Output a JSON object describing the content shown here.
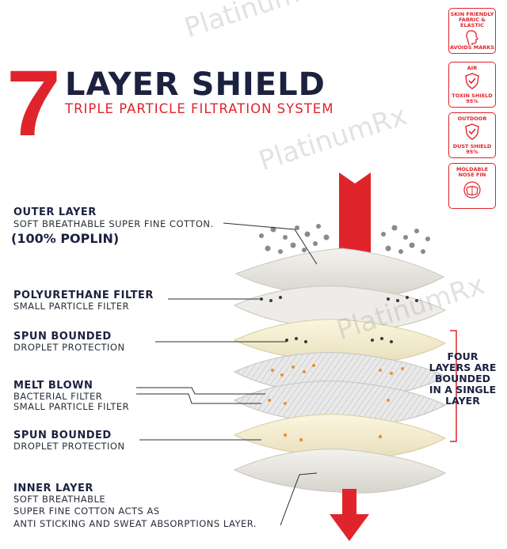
{
  "header": {
    "number": "7",
    "title": "LAYER SHIELD",
    "subtitle": "TRIPLE PARTICLE FILTRATION SYSTEM"
  },
  "layers": [
    {
      "title": "OUTER LAYER",
      "lines": [
        "SOFT BREATHABLE SUPER FINE COTTON."
      ],
      "extra": "(100% POPLIN)"
    },
    {
      "title": "POLYURETHANE FILTER",
      "lines": [
        "SMALL PARTICLE FILTER"
      ]
    },
    {
      "title": "SPUN BOUNDED",
      "lines": [
        "DROPLET PROTECTION"
      ]
    },
    {
      "title": "MELT BLOWN",
      "lines": [
        "BACTERIAL FILTER",
        "SMALL PARTICLE FILTER"
      ]
    },
    {
      "title": "SPUN BOUNDED",
      "lines": [
        "DROPLET PROTECTION"
      ]
    },
    {
      "title": "INNER LAYER",
      "lines": [
        "SOFT BREATHABLE",
        "SUPER FINE COTTON ACTS AS",
        "ANTI STICKING AND SWEAT ABSORPTIONS LAYER."
      ]
    }
  ],
  "bonded_note": [
    "FOUR",
    "LAYERS ARE",
    "BOUNDED",
    "IN A SINGLE",
    "LAYER"
  ],
  "badges": [
    {
      "top": "SKIN FRIENDLY FABRIC & ELASTIC",
      "bottom": "AVOIDS MARKS",
      "icon": "face-profile-icon"
    },
    {
      "top": "AIR",
      "bottom": "TOXIN SHIELD 95%",
      "icon": "shield-check-icon"
    },
    {
      "top": "OUTDOOR",
      "bottom": "DUST SHIELD 95%",
      "icon": "shield-check-icon"
    },
    {
      "top": "MOLDABLE NOSE FIN",
      "bottom": "",
      "icon": "mask-icon"
    }
  ],
  "watermark": "PlatinumRx",
  "colors": {
    "accent": "#e0242b",
    "navy": "#1c2140",
    "cream": "#f6f0d6",
    "dot_grey": "#8a8a8a",
    "dot_orange": "#e8912e"
  }
}
